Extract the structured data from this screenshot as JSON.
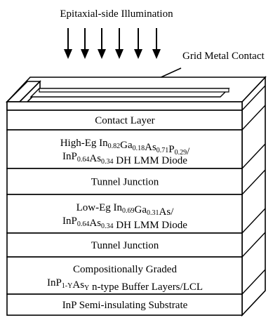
{
  "illumination_label": "Epitaxial-side Illumination",
  "contact_label": "Grid Metal Contact",
  "layers": [
    {
      "key": "contact",
      "lines": [
        [
          {
            "t": "Contact Layer"
          }
        ]
      ]
    },
    {
      "key": "high-eg",
      "lines": [
        [
          {
            "t": "High-Eg In"
          },
          {
            "t": "0.82",
            "sub": true
          },
          {
            "t": "Ga"
          },
          {
            "t": "0.18",
            "sub": true
          },
          {
            "t": "As"
          },
          {
            "t": "0.71",
            "sub": true
          },
          {
            "t": "P"
          },
          {
            "t": "0.29",
            "sub": true
          },
          {
            "t": "/"
          }
        ],
        [
          {
            "t": "InP"
          },
          {
            "t": "0.64",
            "sub": true
          },
          {
            "t": "As"
          },
          {
            "t": "0.34",
            "sub": true
          },
          {
            "t": " DH LMM Diode"
          }
        ]
      ]
    },
    {
      "key": "tunnel-1",
      "lines": [
        [
          {
            "t": "Tunnel Junction"
          }
        ]
      ]
    },
    {
      "key": "low-eg",
      "lines": [
        [
          {
            "t": "Low-Eg In"
          },
          {
            "t": "0.69",
            "sub": true
          },
          {
            "t": "Ga"
          },
          {
            "t": "0.31",
            "sub": true
          },
          {
            "t": "As/"
          }
        ],
        [
          {
            "t": "InP"
          },
          {
            "t": "0.64",
            "sub": true
          },
          {
            "t": "As"
          },
          {
            "t": "0.34",
            "sub": true
          },
          {
            "t": " DH LMM Diode"
          }
        ]
      ]
    },
    {
      "key": "tunnel-2",
      "lines": [
        [
          {
            "t": "Tunnel Junction"
          }
        ]
      ]
    },
    {
      "key": "graded",
      "lines": [
        [
          {
            "t": "Compositionally Graded"
          }
        ],
        [
          {
            "t": "InP"
          },
          {
            "t": "1-Y",
            "sub": true
          },
          {
            "t": "As"
          },
          {
            "t": "Y",
            "sub": true
          },
          {
            "t": " n-type Buffer Layers/LCL"
          }
        ]
      ]
    },
    {
      "key": "substrate",
      "lines": [
        [
          {
            "t": "InP Semi-insulating Substrate"
          }
        ]
      ]
    }
  ],
  "arrow_count": 6
}
